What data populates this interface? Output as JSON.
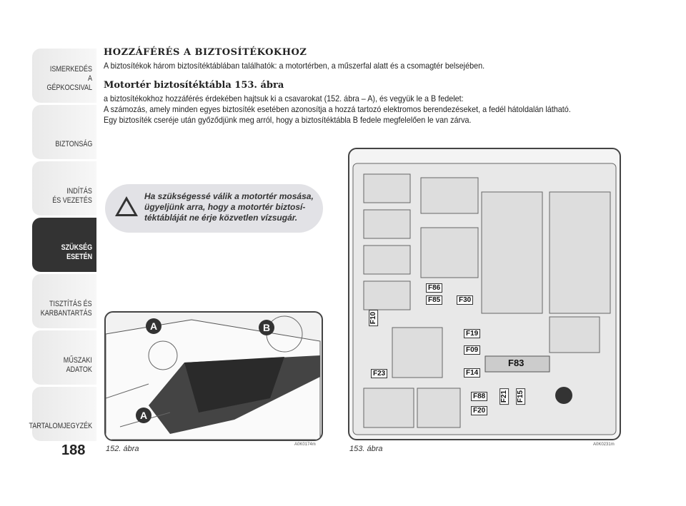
{
  "sidebar": {
    "tabs": [
      {
        "label": "ISMERKEDÉS\nA GÉPKOCSIVAL"
      },
      {
        "label": "BIZTONSÁG"
      },
      {
        "label": "INDÍTÁS\nÉS VEZETÉS"
      },
      {
        "label": "SZÜKSÉG\nESETÉN"
      },
      {
        "label": "TISZTÍTÁS ÉS\nKARBANTARTÁS"
      },
      {
        "label": "MŰSZAKI\nADATOK"
      },
      {
        "label": "TARTALOMJEGYZÉK"
      }
    ],
    "active_index": 3
  },
  "page_number": "188",
  "main": {
    "heading": "HOZZÁFÉRÉS A BIZTOSÍTÉKOKHOZ",
    "intro": "A biztosítékok három biztosítéktáblában találhatók: a motortérben, a műszerfal alatt és a csomagtér belsejében.",
    "subheading": "Motortér biztosítéktábla 153. ábra",
    "para1": "a biztosítékokhoz hozzáférés érdekében hajtsuk ki a csavarokat (152. ábra – A), és vegyük le a B fedelet:",
    "para2": "A számozás, amely minden egyes biztosíték esetében azonosítja a hozzá tartozó elektromos berendezéseket, a fedél hátoldalán látható.",
    "para3": "Egy biztosíték cseréje után győződjünk meg arról, hogy a biztosítéktábla B fedele megfelelően le van zárva."
  },
  "warning": {
    "text": "Ha szükségessé válik a motortér mosása, ügyeljünk arra, hogy a motortér biztosí-téktábláját ne érje közvetlen vízsugár."
  },
  "figure152": {
    "caption": "152. ábra",
    "code": "A0K0174m",
    "label_a": "A",
    "label_b": "B"
  },
  "figure153": {
    "caption": "153. ábra",
    "code": "A0K0231m",
    "fuses": [
      "F86",
      "F85",
      "F30",
      "F10",
      "F19",
      "F09",
      "F83",
      "F14",
      "F23",
      "F88",
      "F20",
      "F21",
      "F15"
    ]
  }
}
